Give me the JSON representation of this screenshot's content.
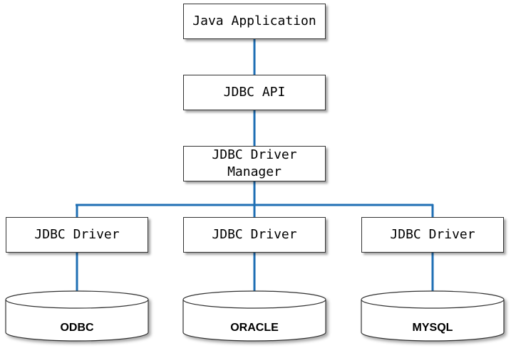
{
  "diagram": {
    "line_color": "#1f6fb4",
    "nodes": {
      "app": {
        "label": "Java Application"
      },
      "api": {
        "label": "JDBC API"
      },
      "manager": {
        "line1": "JDBC Driver",
        "line2": "Manager"
      },
      "drivers": [
        {
          "label": "JDBC Driver"
        },
        {
          "label": "JDBC Driver"
        },
        {
          "label": "JDBC Driver"
        }
      ],
      "databases": [
        {
          "label": "ODBC"
        },
        {
          "label": "ORACLE"
        },
        {
          "label": "MYSQL"
        }
      ]
    }
  }
}
